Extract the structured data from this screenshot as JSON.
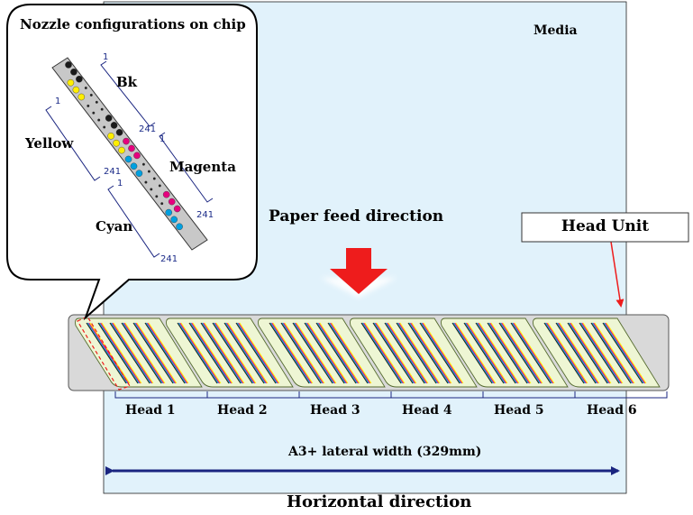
{
  "media_label": "Media",
  "callout": {
    "title": "Nozzle configurations on chip",
    "colors": {
      "Bk": "Bk",
      "Yellow": "Yellow",
      "Magenta": "Magenta",
      "Cyan": "Cyan"
    },
    "nozzle_numbers": {
      "bk_start": "1",
      "bk_end": "241",
      "yellow_start": "1",
      "yellow_end": "241",
      "magenta_start": "1",
      "magenta_end": "241",
      "cyan_start": "1",
      "cyan_end": "241"
    }
  },
  "paper_feed_label": "Paper feed direction",
  "head_unit_label": "Head Unit",
  "heads": [
    "Head 1",
    "Head 2",
    "Head 3",
    "Head 4",
    "Head 5",
    "Head 6"
  ],
  "width_label": "A3+ lateral width (329mm)",
  "horizontal_label": "Horizontal direction",
  "colors": {
    "media_fill": "#e1f2fb",
    "head_unit_fill": "#d9d9d9",
    "chip_fill": "#eef6d4",
    "arrow_red": "#ee1c1c",
    "dimension_blue": "#1a2580",
    "black_ink": "#1a1a1a",
    "yellow_ink": "#ffee00",
    "magenta_ink": "#e6007e",
    "cyan_ink": "#00a0e0"
  }
}
